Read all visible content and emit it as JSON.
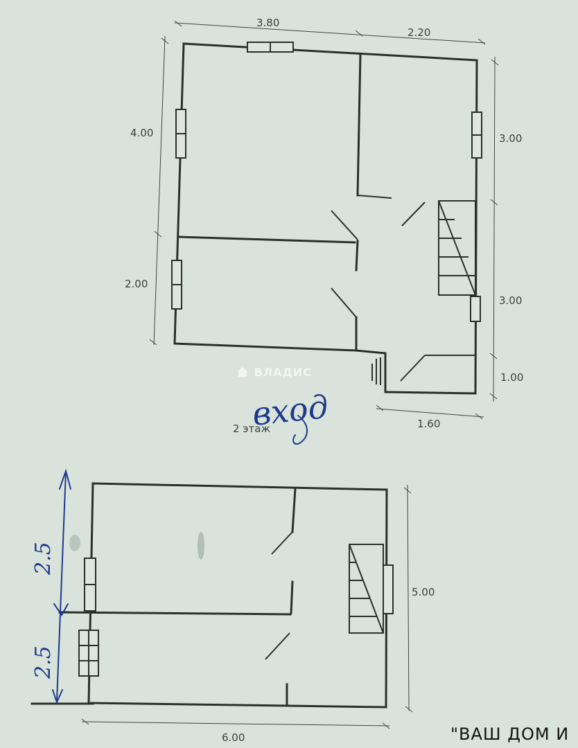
{
  "upper_plan": {
    "dim_top_left": "3.80",
    "dim_top_right": "2.20",
    "dim_left_upper": "4.00",
    "dim_left_lower": "2.00",
    "dim_right_upper": "3.00",
    "dim_right_middle": "3.00",
    "dim_right_lower": "1.00",
    "dim_bottom_porch": "1.60",
    "entrance_handwritten": "вход",
    "floor_label": "2 этаж"
  },
  "lower_plan": {
    "dim_right": "5.00",
    "dim_bottom": "6.00",
    "dim_left_upper_handwritten": "2.5",
    "dim_left_lower_handwritten": "2.5"
  },
  "watermark": {
    "text": "ВЛАДИС",
    "icon": "house-icon"
  },
  "footer": {
    "text": "\"ВАШ ДОМ И"
  }
}
